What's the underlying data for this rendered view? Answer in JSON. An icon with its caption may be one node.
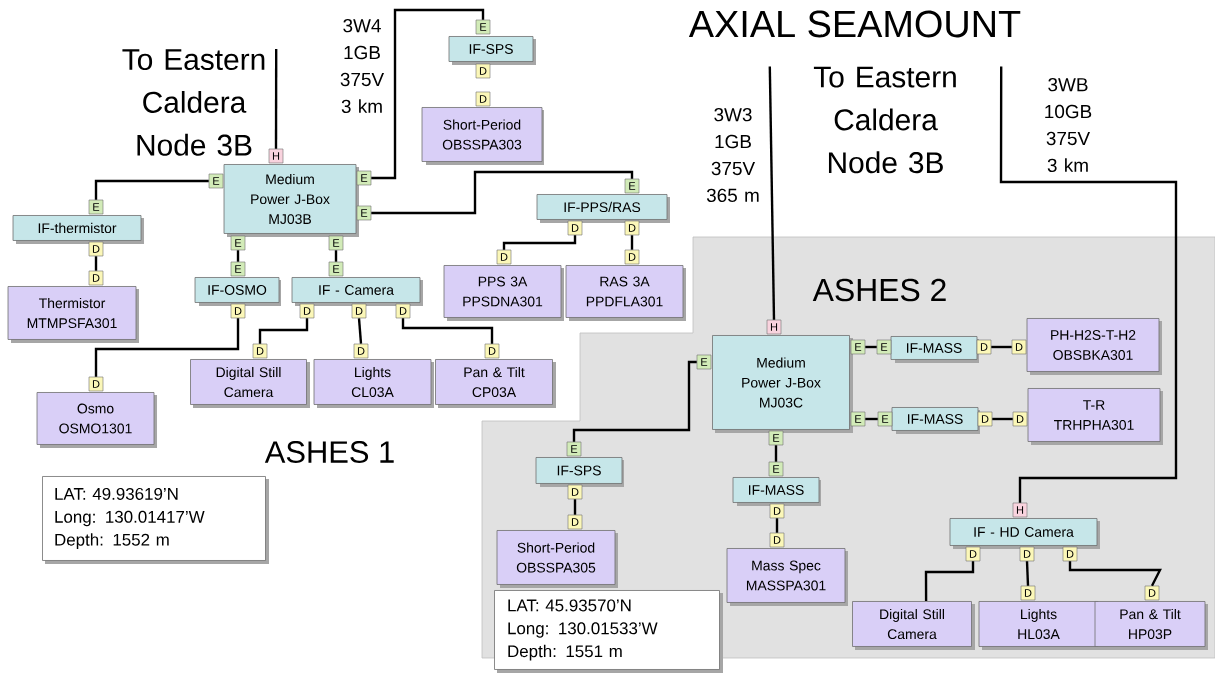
{
  "diagram": {
    "title": "AXIAL SEAMOUNT",
    "nodes": [
      {
        "text": [
          "To Eastern Caldera Node 3B"
        ]
      },
      {
        "text": [
          "E",
          "IF-SPS",
          "D"
        ]
      },
      {
        "text": [
          "D",
          "Short-Period",
          "OBSSPA303"
        ]
      },
      {
        "text": [
          "H",
          "Medium Power J-Box",
          "MJ03B",
          "E",
          "E",
          "E",
          "E",
          "E"
        ]
      },
      {
        "text": [
          "E",
          "IF-thermistor",
          "D"
        ]
      },
      {
        "text": [
          "E",
          "IF-PPS/RAS",
          "D",
          "D"
        ]
      },
      {
        "text": [
          "D",
          "PPS 3A",
          "PPSDNA301"
        ]
      },
      {
        "text": [
          "D",
          "RAS 3A",
          "PPDFLA301"
        ]
      },
      {
        "text": [
          "D",
          "Thermistor",
          "MTMPSFA301"
        ]
      },
      {
        "text": [
          "E",
          "IF-OSMO",
          "D"
        ]
      },
      {
        "text": [
          "E",
          "IF - Camera",
          "D",
          "D",
          "D"
        ]
      },
      {
        "text": [
          "D",
          "Osmo",
          "OSMO1301"
        ]
      },
      {
        "text": [
          "D",
          "Digital Still Camera"
        ]
      },
      {
        "text": [
          "D",
          "Lights",
          "CL03A"
        ]
      },
      {
        "text": [
          "D",
          "Pan & Tilt",
          "CP03A"
        ]
      },
      {
        "text": [
          "To Eastern Caldera Node 3B"
        ]
      },
      {
        "text": [
          "ASHES 2"
        ]
      },
      {
        "text": [
          "H",
          "Medium Power J-Box",
          "MJ03C",
          "E",
          "E",
          "E",
          "E"
        ],
        "in": 16
      },
      {
        "text": [
          "E",
          "IF-MASS",
          "D"
        ],
        "in": 16
      },
      {
        "text": [
          "PH-H2S-T-H2",
          "OBSBKA301",
          "D"
        ],
        "in": 16
      },
      {
        "text": [
          "E",
          "IF-MASS",
          "D"
        ],
        "in": 16
      },
      {
        "text": [
          "T-R",
          "TRHPHA301",
          "D"
        ],
        "in": 16
      },
      {
        "text": [
          "E",
          "IF-SPS",
          "D"
        ],
        "in": 16
      },
      {
        "text": [
          "E",
          "IF-MASS",
          "D"
        ],
        "in": 16
      },
      {
        "text": [
          "D",
          "Short-Period",
          "OBSSPA305"
        ],
        "in": 16
      },
      {
        "text": [
          "D",
          "Mass Spec",
          "MASSPA301"
        ],
        "in": 16
      },
      {
        "text": [
          "H",
          "IF - HD Camera",
          "D",
          "D",
          "D"
        ],
        "in": 16
      },
      {
        "text": [
          "Digital Still Camera"
        ],
        "in": 16
      },
      {
        "text": [
          "D",
          "Lights",
          "HL03A"
        ],
        "in": 16
      },
      {
        "text": [
          "D",
          "Pan & Tilt",
          "HP03P"
        ],
        "in": 16
      },
      {
        "text": [
          "LAT: 49.93619’N",
          "Long: 130.01417’W",
          "Depth: 1552 m"
        ]
      },
      {
        "text": [
          "LAT: 45.93570’N",
          "Long: 130.01533’W",
          "Depth: 1551 m"
        ]
      }
    ],
    "edges": [
      {
        "from": 0,
        "to": 3,
        "arrow": "none"
      },
      {
        "from": 3,
        "to": 1,
        "arrow": "none",
        "label": "3W4 1GB 375V 3 km"
      },
      {
        "from": 3,
        "to": 5,
        "arrow": "none"
      },
      {
        "from": 3,
        "to": 4,
        "arrow": "none"
      },
      {
        "from": 3,
        "to": 9,
        "arrow": "none"
      },
      {
        "from": 3,
        "to": 10,
        "arrow": "none"
      },
      {
        "from": 4,
        "to": 8,
        "arrow": "none"
      },
      {
        "from": 5,
        "to": 6,
        "arrow": "none"
      },
      {
        "from": 5,
        "to": 7,
        "arrow": "none"
      },
      {
        "from": 9,
        "to": 11,
        "arrow": "none"
      },
      {
        "from": 10,
        "to": 12,
        "arrow": "none"
      },
      {
        "from": 10,
        "to": 13,
        "arrow": "none"
      },
      {
        "from": 10,
        "to": 14,
        "arrow": "none"
      },
      {
        "from": 15,
        "to": 17,
        "arrow": "none",
        "label": "3W3 1GB 375V 365 m"
      },
      {
        "from": 15,
        "to": 26,
        "arrow": "none",
        "label": "3WB 10GB 375V 3 km"
      },
      {
        "from": 17,
        "to": 18,
        "arrow": "none"
      },
      {
        "from": 18,
        "to": 19,
        "arrow": "none"
      },
      {
        "from": 17,
        "to": 20,
        "arrow": "none"
      },
      {
        "from": 20,
        "to": 21,
        "arrow": "none"
      },
      {
        "from": 17,
        "to": 22,
        "arrow": "none"
      },
      {
        "from": 17,
        "to": 23,
        "arrow": "none"
      },
      {
        "from": 22,
        "to": 24,
        "arrow": "none"
      },
      {
        "from": 23,
        "to": 25,
        "arrow": "none"
      },
      {
        "from": 26,
        "to": 27,
        "arrow": "none"
      },
      {
        "from": 26,
        "to": 28,
        "arrow": "none"
      },
      {
        "from": 26,
        "to": 29,
        "arrow": "none"
      }
    ],
    "labels": [
      "ASHES 1"
    ]
  }
}
